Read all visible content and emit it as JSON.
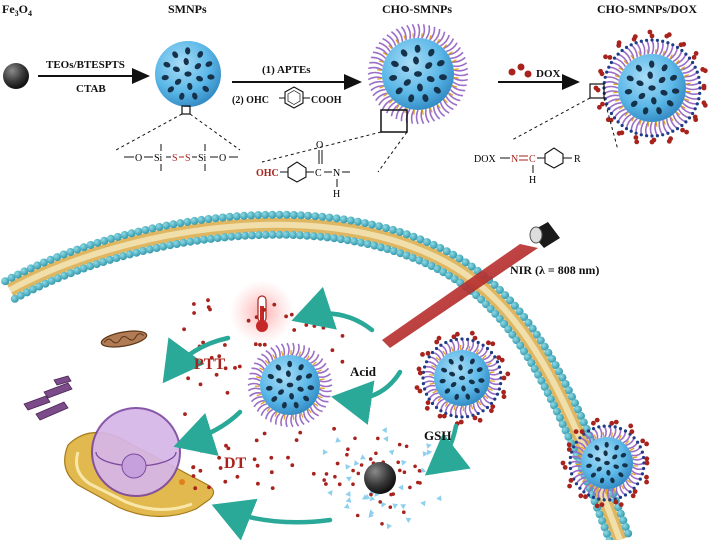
{
  "top": {
    "fe3o4": {
      "main": "Fe",
      "sub1": "3",
      "mid": "O",
      "sub2": "4"
    },
    "smnps": "SMNPs",
    "cho_smnps": "CHO-SMNPs",
    "cho_smnps_dox": "CHO-SMNPs/DOX",
    "step1_above": "TEOs/BTESPTS",
    "step1_below": "CTAB",
    "step2_above": "(1) APTEs",
    "step2_prefix": "(2) OHC",
    "step2_suffix": "COOH",
    "step3": "DOX"
  },
  "insets": {
    "disulfide": {
      "o1": "O",
      "si1": "Si",
      "s1": "S",
      "s2": "S",
      "si2": "Si",
      "o2": "O"
    },
    "amide": {
      "ohc": "OHC",
      "c": "C",
      "o": "O",
      "n": "N",
      "h": "H"
    },
    "imine": {
      "dox": "DOX",
      "n": "N",
      "c": "C",
      "h": "H",
      "r": "R"
    }
  },
  "bottom": {
    "nir": "NIR (λ = 808 nm)",
    "ptt": "PTT",
    "dt": "DT",
    "acid": "Acid",
    "gsh": "GSH"
  },
  "colors": {
    "sphere_blue": "#5cb8e8",
    "shell_purple": "#9b6ec8",
    "membrane_teal": "#3aa6b6",
    "arrow_teal": "#2aa898",
    "dox_red": "#a8231d"
  }
}
